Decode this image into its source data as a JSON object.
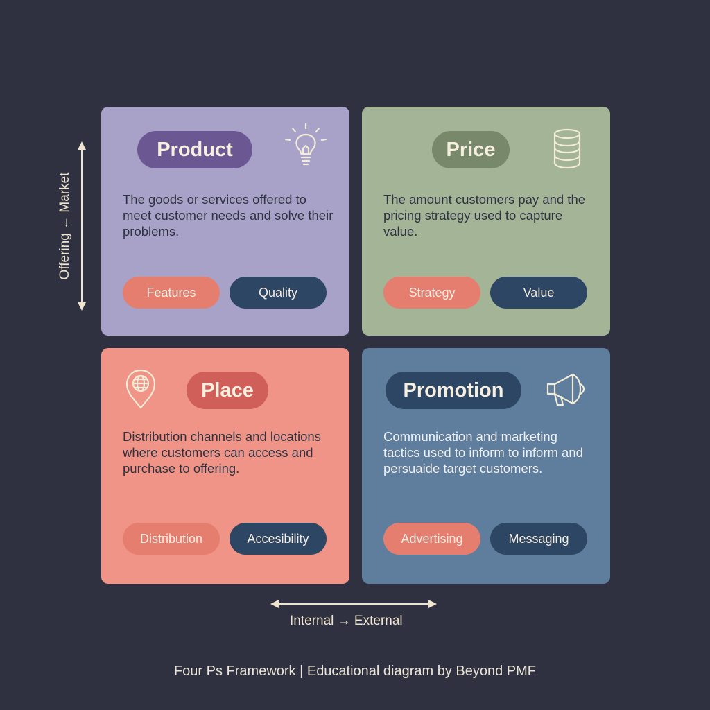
{
  "quadrants": {
    "product": {
      "title": "Product",
      "description": "The goods or services offered to meet customer needs and solve their problems.",
      "tags": [
        "Features",
        "Quality"
      ],
      "icon": "lightbulb-icon",
      "color": "#a8a2c9",
      "pill_color": "#6b5893"
    },
    "price": {
      "title": "Price",
      "description": "The amount customers pay and the pricing strategy used to capture value.",
      "tags": [
        "Strategy",
        "Value"
      ],
      "icon": "coin-stack-icon",
      "color": "#a4b497",
      "pill_color": "#77896a"
    },
    "place": {
      "title": "Place",
      "description": "Distribution channels and locations where customers can access and purchase to offering.",
      "tags": [
        "Distribution",
        "Accesibility"
      ],
      "icon": "location-globe-icon",
      "color": "#ef9486",
      "pill_color": "#cf5f58"
    },
    "promotion": {
      "title": "Promotion",
      "description": "Communication and marketing tactics used to inform to inform and persuaide target customers.",
      "tags": [
        "Advertising",
        "Messaging"
      ],
      "icon": "megaphone-icon",
      "color": "#5f7d9c",
      "pill_color": "#2d4663"
    }
  },
  "axes": {
    "vertical_label": "Offering ← Market",
    "horizontal_label": "Internal → External"
  },
  "footer": "Four Ps Framework | Educational diagram by Beyond PMF",
  "colors": {
    "background": "#2f3141",
    "tag_coral": "#e67e6f",
    "tag_navy": "#2d4663",
    "accent_cream": "#efe5cf"
  }
}
